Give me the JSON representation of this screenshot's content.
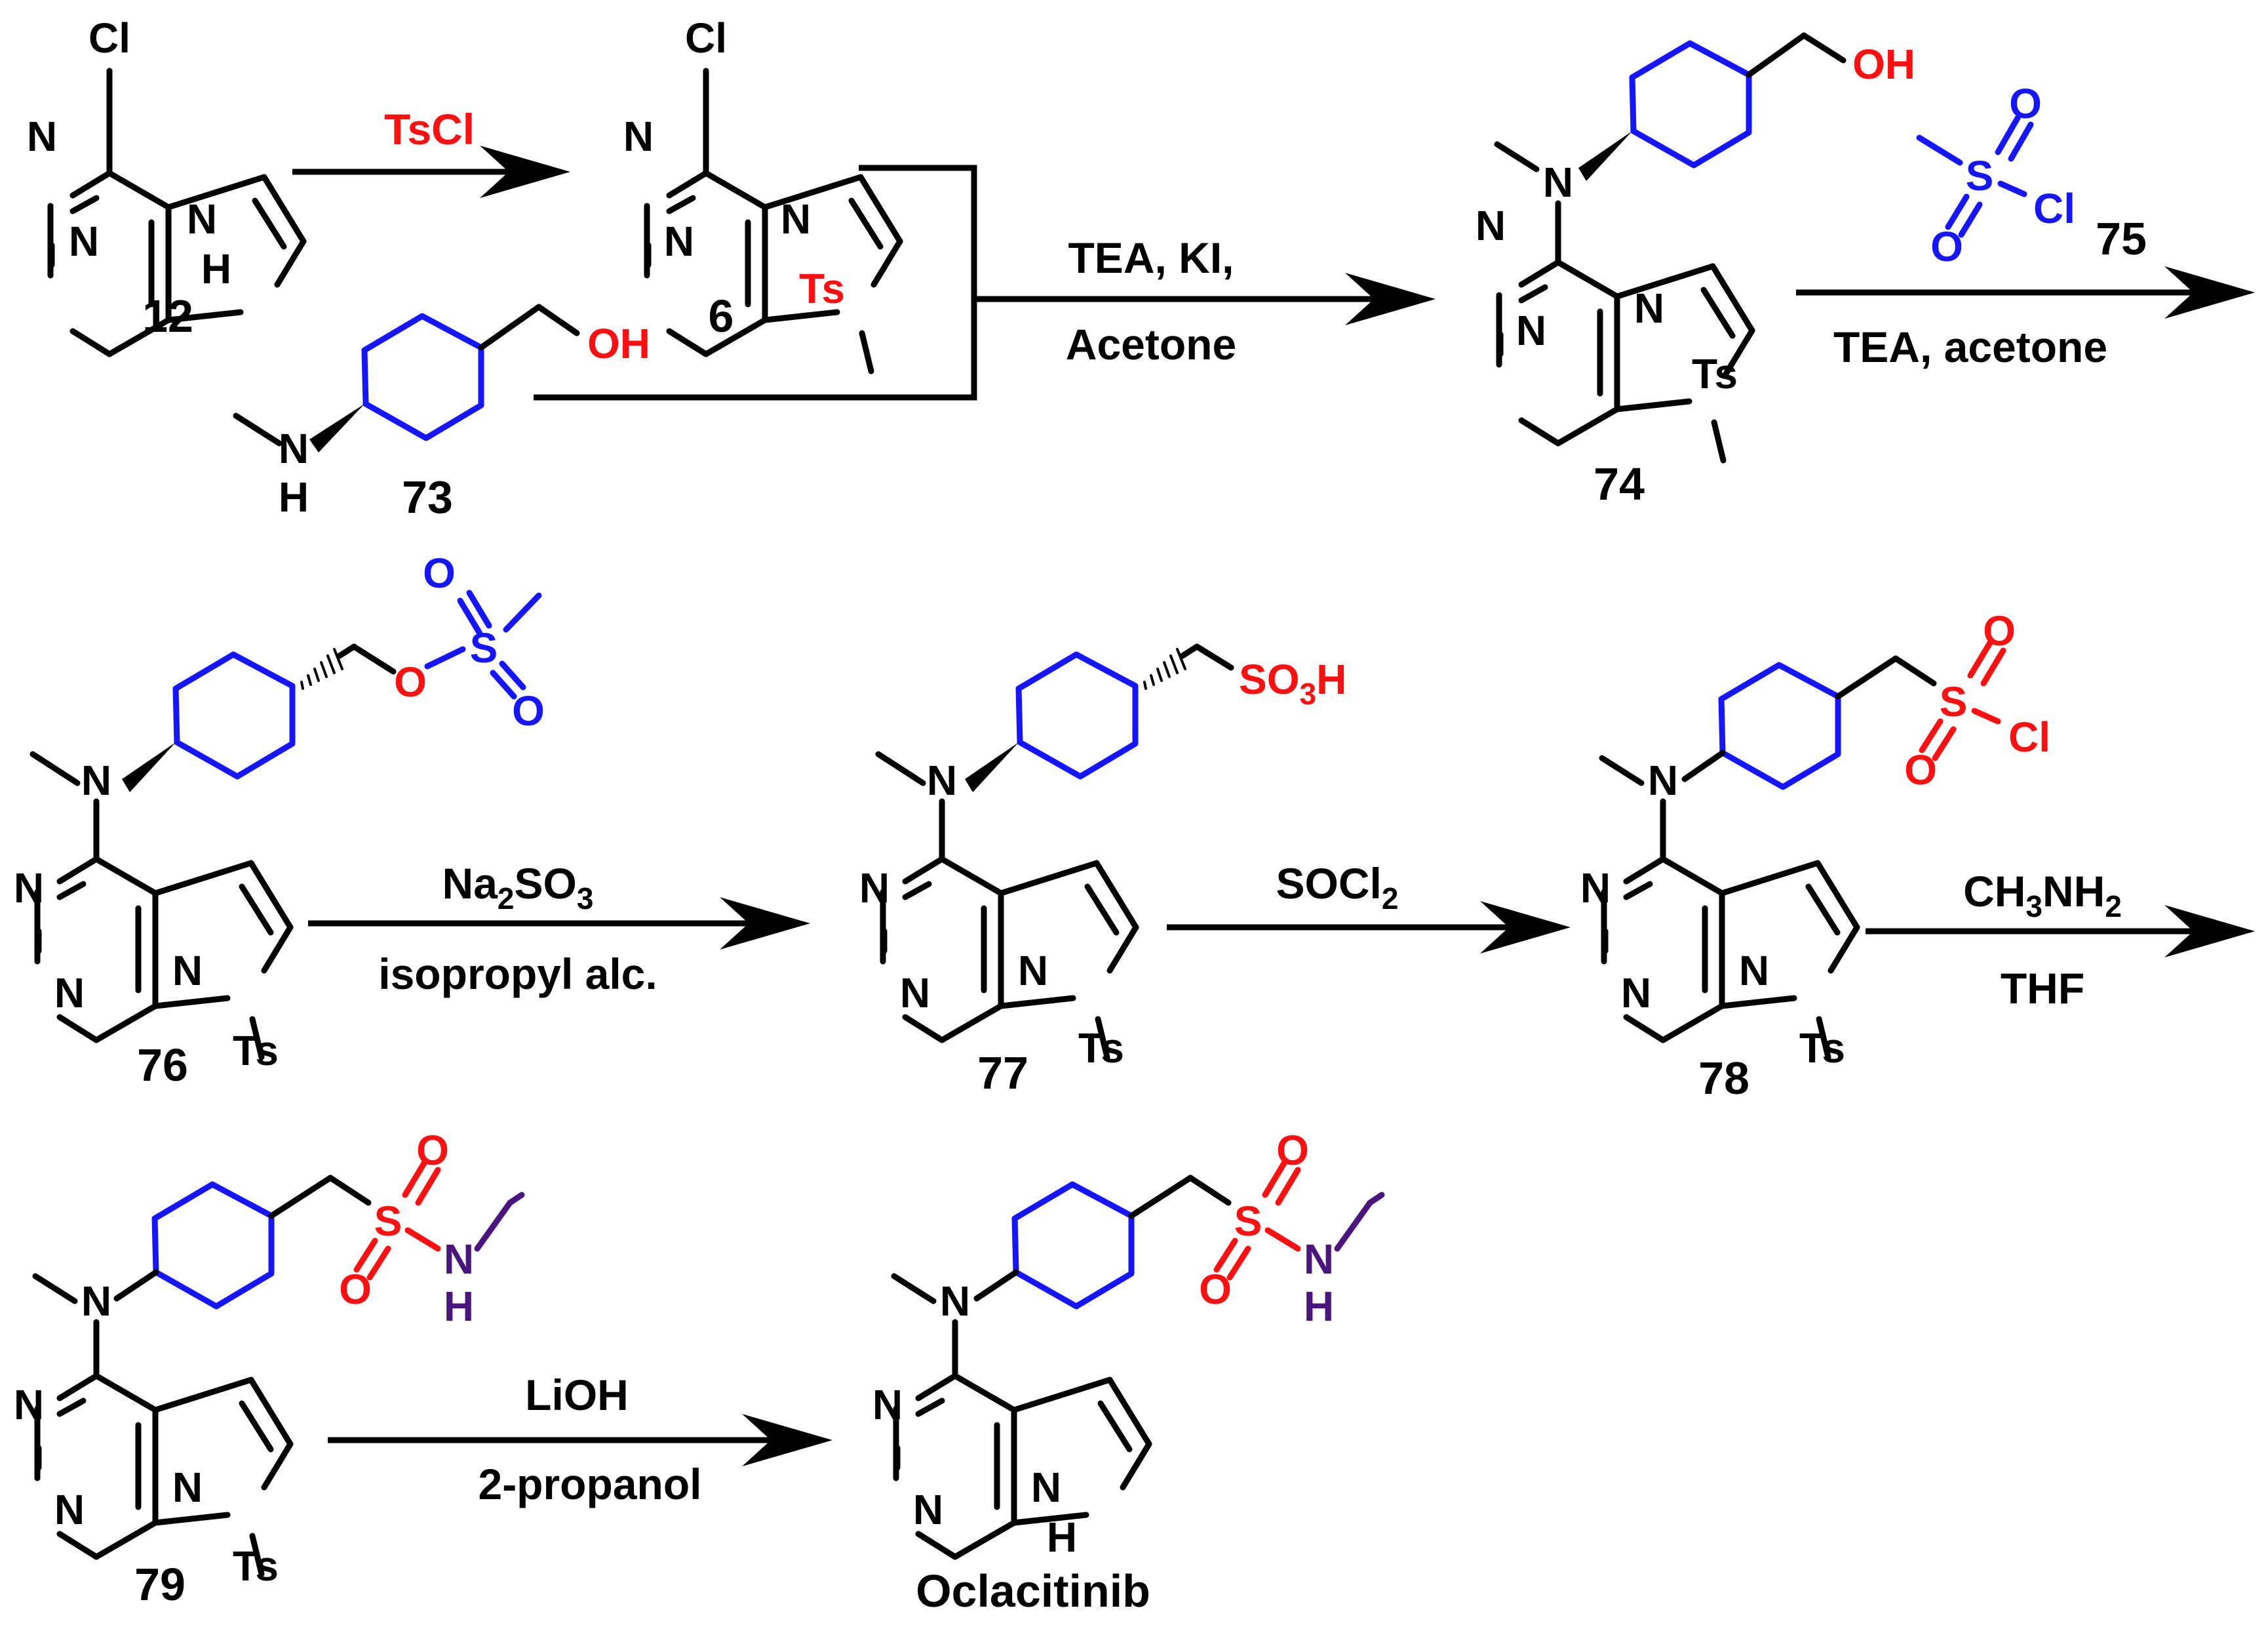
{
  "colors": {
    "black": "#000000",
    "ring_blue": "#1515ff",
    "reagent_red": "#ff1010",
    "amine_purple": "#4b1580"
  },
  "compounds": {
    "c12": "12",
    "c6": "6",
    "c73": "73",
    "c74": "74",
    "c75": "75",
    "c76": "76",
    "c77": "77",
    "c78": "78",
    "c79": "79",
    "oclacitinib": "Oclacitinib"
  },
  "atoms": {
    "cl": "Cl",
    "n": "N",
    "h": "H",
    "ts": "Ts",
    "o": "O",
    "s": "S",
    "oh": "OH",
    "so3h_main": "SO",
    "so3h_sub": "3",
    "so3h_tail": "H"
  },
  "reactions": {
    "r1": {
      "reagent": "TsCl"
    },
    "r2": {
      "line1": "TEA, KI,",
      "line2": "Acetone"
    },
    "r3": {
      "line2": "TEA, acetone"
    },
    "r4": {
      "line1_main": "Na",
      "line1_sub1": "2",
      "line1_mid": "SO",
      "line1_sub2": "3",
      "line2": "isopropyl alc."
    },
    "r5": {
      "line1_main": "SOCl",
      "line1_sub": "2"
    },
    "r6": {
      "line1_a": "CH",
      "line1_sub1": "3",
      "line1_b": "NH",
      "line1_sub2": "2",
      "line2": "THF"
    },
    "r7": {
      "line1": "LiOH",
      "line2": "2-propanol"
    }
  }
}
